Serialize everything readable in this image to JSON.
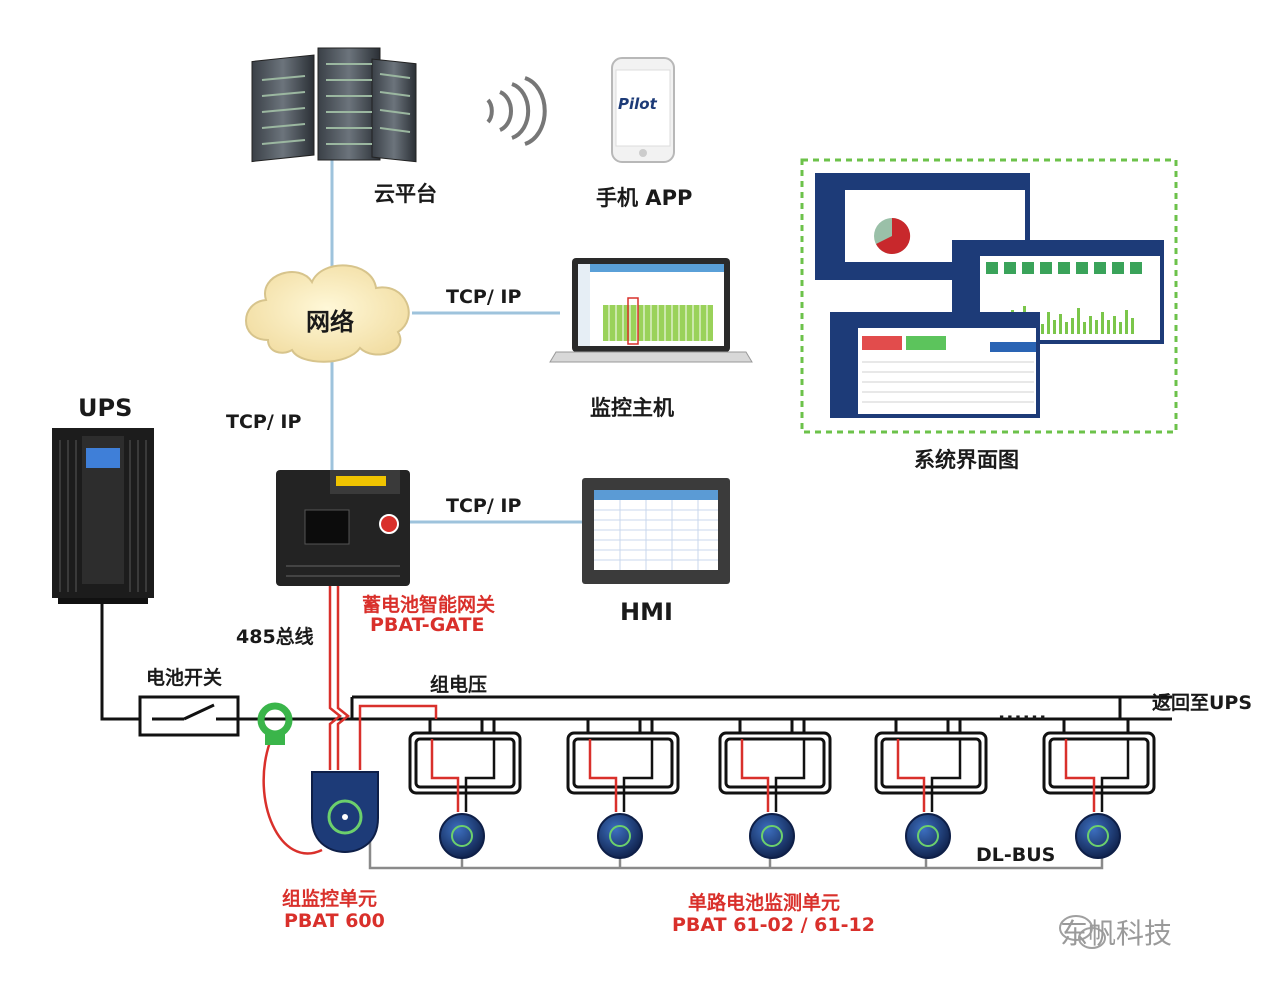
{
  "labels": {
    "cloud_platform": "云平台",
    "mobile_app": "手机 APP",
    "network": "网络",
    "tcpip_network_to_pc": "TCP/ IP",
    "monitor_host": "监控主机",
    "system_screens": "系统界面图",
    "ups": "UPS",
    "tcpip_gateway_to_network": "TCP/ IP",
    "tcpip_gateway_to_hmi": "TCP/ IP",
    "hmi": "HMI",
    "gateway_cn": "蓄电池智能网关",
    "gateway_model": "PBAT-GATE",
    "bus_485": "485总线",
    "battery_switch": "电池开关",
    "string_voltage": "组电压",
    "return_to_ups": "返回至UPS",
    "dl_bus": "DL-BUS",
    "group_monitor_cn": "组监控单元",
    "group_monitor_model": "PBAT 600",
    "cell_monitor_cn": "单路电池监测单元",
    "cell_monitor_model": "PBAT 61-02 /  61-12",
    "ellipsis": "......",
    "brand_logo": "Pilot"
  },
  "watermark": "东帆科技",
  "colors": {
    "line_blue": "#9ec3dc",
    "bus_red": "#d9302b",
    "text_dark": "#1a1a1a",
    "label_red": "#d9302b",
    "ct_green": "#3ab54a",
    "device_navy": "#1d3b78",
    "dashed_green": "#6cc24a"
  }
}
